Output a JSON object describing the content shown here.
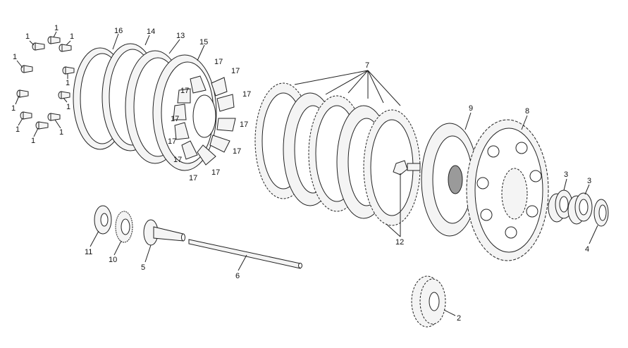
{
  "diagram": {
    "background": "#ffffff",
    "line_color": "#222222",
    "callouts": {
      "c1": "1",
      "c2": "2",
      "c3": "3",
      "c4": "4",
      "c5": "5",
      "c6": "6",
      "c7": "7",
      "c8": "8",
      "c9": "9",
      "c10": "10",
      "c11": "11",
      "c12": "12",
      "c13": "13",
      "c14": "14",
      "c15": "15",
      "c16": "16",
      "c17": "17"
    }
  }
}
